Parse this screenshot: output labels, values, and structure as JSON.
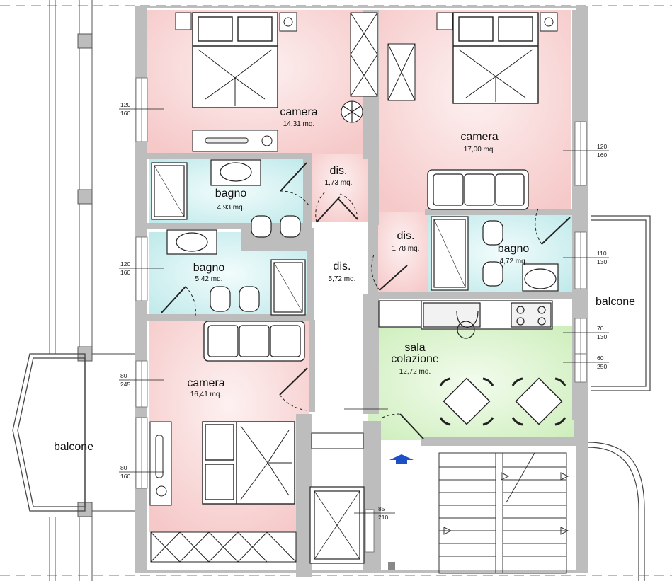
{
  "rooms": {
    "camera_top_left": {
      "name": "camera",
      "area": "14,31 mq."
    },
    "camera_top_right": {
      "name": "camera",
      "area": "17,00 mq."
    },
    "camera_bottom": {
      "name": "camera",
      "area": "16,41 mq."
    },
    "bagno_upper": {
      "name": "bagno",
      "area": "4,93 mq."
    },
    "bagno_lower": {
      "name": "bagno",
      "area": "5,42 mq."
    },
    "bagno_right": {
      "name": "bagno",
      "area": "4,72 mq."
    },
    "dis_top": {
      "name": "dis.",
      "area": "1,73 mq."
    },
    "dis_mid": {
      "name": "dis.",
      "area": "1,78 mq."
    },
    "dis_center": {
      "name": "dis.",
      "area": "5,72 mq."
    },
    "sala": {
      "name_line1": "sala",
      "name_line2": "colazione",
      "area": "12,72 mq."
    }
  },
  "balconies": {
    "left": "balcone",
    "right": "balcone"
  },
  "dimensions": [
    {
      "top": "120",
      "bottom": "160"
    },
    {
      "top": "120",
      "bottom": "160"
    },
    {
      "top": "80",
      "bottom": "245"
    },
    {
      "top": "80",
      "bottom": "160"
    },
    {
      "top": "120",
      "bottom": "160"
    },
    {
      "top": "110",
      "bottom": "130"
    },
    {
      "top": "70",
      "bottom": "130"
    },
    {
      "top": "60",
      "bottom": "250"
    },
    {
      "top": "85",
      "bottom": "210"
    }
  ],
  "colors": {
    "wall": "#bdbdbd",
    "bedroom_fill": "#f9d3d3",
    "bathroom_fill": "#cdeeee",
    "breakfast_fill": "#d8f2c6",
    "entrance_arrow": "#1e4fc4"
  }
}
